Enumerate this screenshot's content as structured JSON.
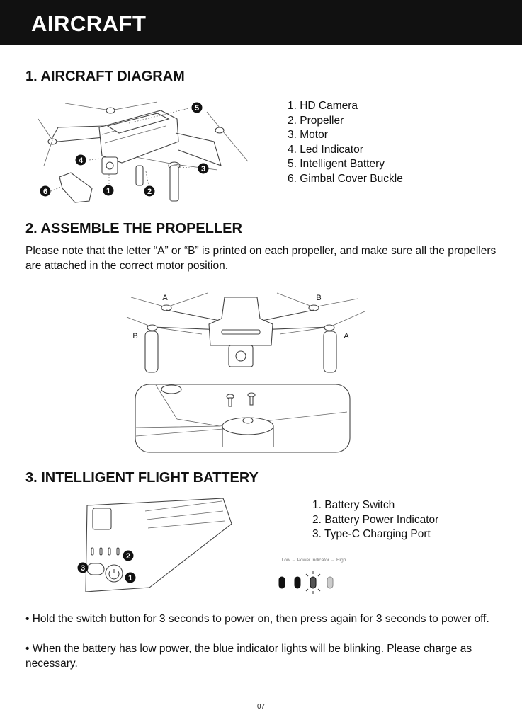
{
  "header": {
    "title": "AIRCRAFT"
  },
  "section1": {
    "title": "1. AIRCRAFT DIAGRAM",
    "items": [
      "1. HD Camera",
      "2. Propeller",
      "3. Motor",
      "4. Led Indicator",
      "5. Intelligent Battery",
      "6. Gimbal Cover Buckle"
    ],
    "callouts": [
      "1",
      "2",
      "3",
      "4",
      "5",
      "6"
    ]
  },
  "section2": {
    "title": "2. ASSEMBLE THE PROPELLER",
    "paragraph": "Please note that the letter “A” or “B” is printed on each propeller, and make sure all the propellers are attached in the correct motor position.",
    "labels": {
      "top_left": "A",
      "top_right": "B",
      "mid_left": "B",
      "mid_right": "A"
    }
  },
  "section3": {
    "title": "3. INTELLIGENT FLIGHT BATTERY",
    "items": [
      "1. Battery Switch",
      "2. Battery Power Indicator",
      "3. Type-C Charging Port"
    ],
    "callouts": [
      "1",
      "2",
      "3"
    ],
    "indicator_legend": "Low ← Power Indicator → High",
    "bullets": [
      "•  Hold the switch button for 3 seconds to power on, then press again for 3 seconds to power off.",
      "•  When the battery has low power, the blue indicator lights will be blinking. Please charge as necessary."
    ]
  },
  "footer": {
    "page_number": "07"
  }
}
